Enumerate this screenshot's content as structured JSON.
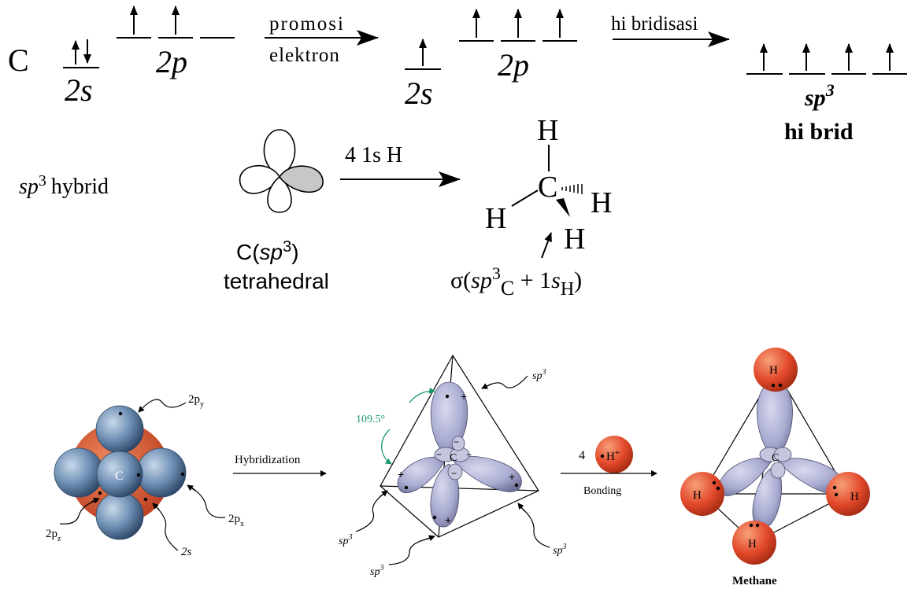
{
  "top": {
    "atom": "C",
    "ground_2s": "2s",
    "ground_2p": "2p",
    "promotion_label_1": "promosi",
    "promotion_label_2": "elektron",
    "excited_2s": "2s",
    "excited_2p": "2p",
    "hybridization_label": "hi bridisasi",
    "hybrid_orbital": "sp",
    "hybrid_exp": "3",
    "hybrid_caption": "hi brid"
  },
  "middle": {
    "hybrid_prefix": "sp",
    "hybrid_exp": "3",
    "hybrid_word": "hybrid",
    "reaction_label": "4  1s H",
    "carbon_label_1": "C(",
    "carbon_label_sp": "sp",
    "carbon_label_exp": "3",
    "carbon_label_close": ")",
    "carbon_label_2": "tetrahedral",
    "methane_atoms": {
      "c": "C",
      "h_top": "H",
      "h_left": "H",
      "h_right": "H",
      "h_bottom": "H"
    },
    "sigma_label": {
      "sigma": "σ(",
      "sp": "sp",
      "exp": "3",
      "sub_c": "C",
      "plus": " + 1",
      "s": "s",
      "sub_h": "H",
      "close": ")"
    }
  },
  "bottom": {
    "atom_c": "C",
    "label_2py": "2p",
    "label_2py_sub": "y",
    "label_2px": "2p",
    "label_2px_sub": "x",
    "label_2pz": "2p",
    "label_2pz_sub": "z",
    "label_2s": "2s",
    "arrow_hybridization": "Hybridization",
    "angle": "109.5°",
    "sp3_labels": [
      "sp",
      "sp",
      "sp",
      "sp"
    ],
    "sp3_exp": "3",
    "center_c": "C",
    "count_h": "4",
    "h_ion": "H",
    "h_ion_charge": "+",
    "arrow_bonding": "Bonding",
    "methane_h": "H",
    "methane_c": "C",
    "methane_caption": "Methane"
  },
  "colors": {
    "accent_green": "#1a9a6a",
    "orbital_blue": "#6e8fb4",
    "orbital_red": "#d9542f",
    "lobe_lavender": "#a9abd1",
    "h_red": "#e2482a"
  }
}
